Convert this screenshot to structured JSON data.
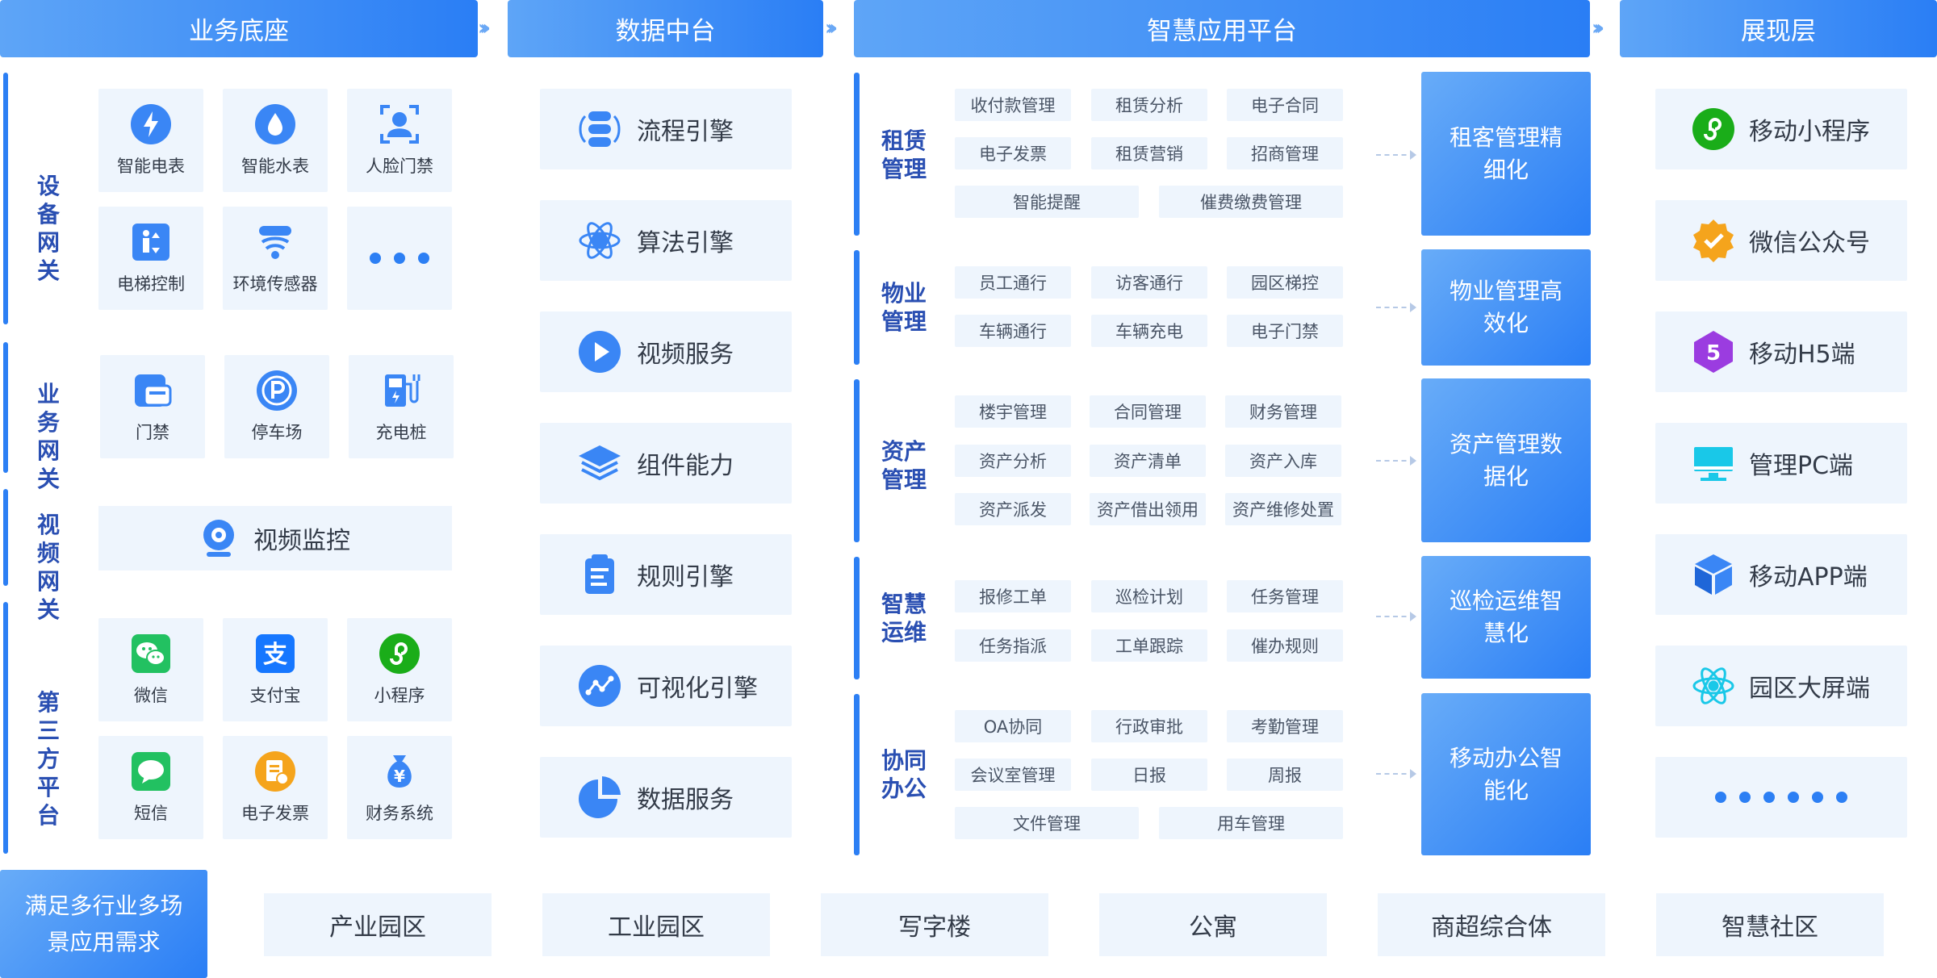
{
  "headers": {
    "business_base": "业务底座",
    "data_center": "数据中台",
    "smart_platform": "智慧应用平台",
    "display_layer": "展现层"
  },
  "base": {
    "device_gateway": {
      "label": "设备网关",
      "items": [
        "智能电表",
        "智能水表",
        "人脸门禁",
        "电梯控制",
        "环境传感器"
      ]
    },
    "business_gateway": {
      "label": "业务网关",
      "items": [
        "门禁",
        "停车场",
        "充电桩"
      ]
    },
    "video_gateway": {
      "label": "视频网关",
      "item": "视频监控"
    },
    "third_party": {
      "label": "第三方平台",
      "items": [
        "微信",
        "支付宝",
        "小程序",
        "短信",
        "电子发票",
        "财务系统"
      ]
    }
  },
  "engines": [
    "流程引擎",
    "算法引擎",
    "视频服务",
    "组件能力",
    "规则引擎",
    "可视化引擎",
    "数据服务"
  ],
  "platform": {
    "leasing": {
      "label": "租赁管理",
      "chips": [
        "收付款管理",
        "租赁分析",
        "电子合同",
        "电子发票",
        "租赁营销",
        "招商管理",
        "智能提醒",
        "催费缴费管理"
      ],
      "result": "租客管理精细化"
    },
    "property": {
      "label": "物业管理",
      "chips": [
        "员工通行",
        "访客通行",
        "园区梯控",
        "车辆通行",
        "车辆充电",
        "电子门禁"
      ],
      "result": "物业管理高效化"
    },
    "asset": {
      "label": "资产管理",
      "chips": [
        "楼宇管理",
        "合同管理",
        "财务管理",
        "资产分析",
        "资产清单",
        "资产入库",
        "资产派发",
        "资产借出领用",
        "资产维修处置"
      ],
      "result": "资产管理数据化"
    },
    "ops": {
      "label": "智慧运维",
      "chips": [
        "报修工单",
        "巡检计划",
        "任务管理",
        "任务指派",
        "工单跟踪",
        "催办规则"
      ],
      "result": "巡检运维智慧化"
    },
    "office": {
      "label": "协同办公",
      "chips": [
        "OA协同",
        "行政审批",
        "考勤管理",
        "会议室管理",
        "日报",
        "周报",
        "文件管理",
        "用车管理"
      ],
      "result": "移动办公智能化"
    }
  },
  "display": [
    "移动小程序",
    "微信公众号",
    "移动H5端",
    "管理PC端",
    "移动APP端",
    "园区大屏端"
  ],
  "bottom": {
    "need": "满足多行业多场景应用需求",
    "scenes": [
      "产业园区",
      "工业园区",
      "写字楼",
      "公寓",
      "商超综合体",
      "智慧社区"
    ]
  },
  "colors": {
    "accent": "#2c7ff4",
    "tile_bg": "#eef5fd",
    "label": "#2a4fb2"
  }
}
